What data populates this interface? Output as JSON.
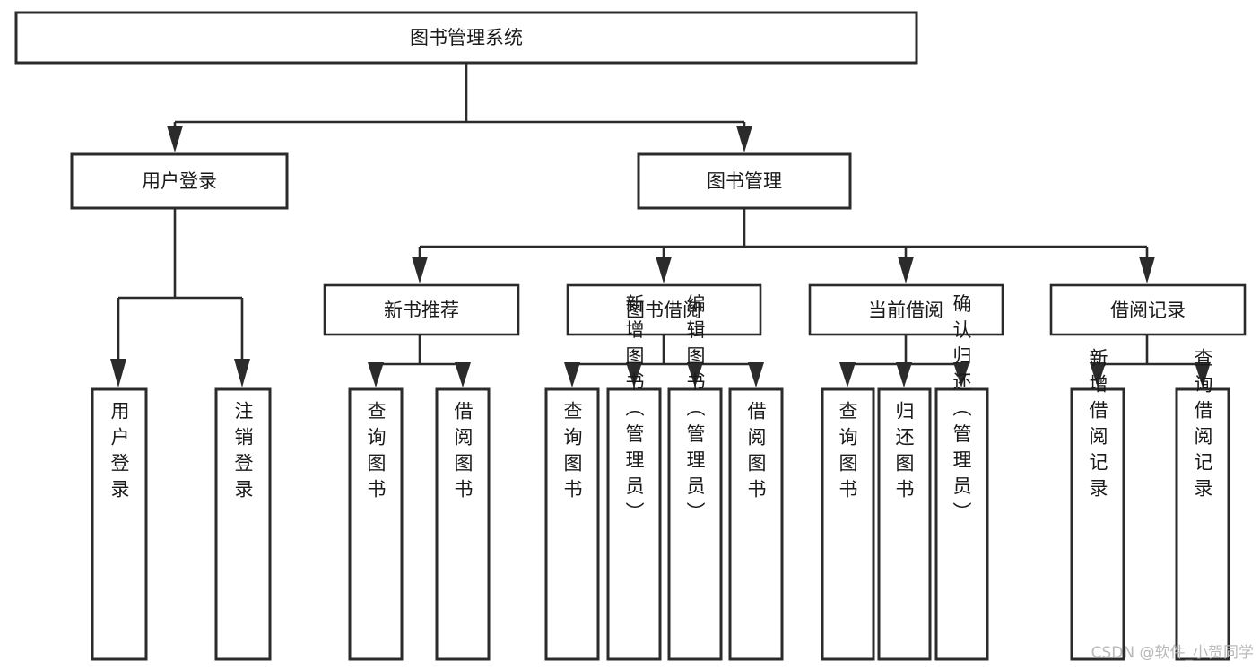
{
  "diagram": {
    "title": "图书管理系统",
    "type": "tree",
    "orientation": "top-down",
    "colors": {
      "box_fill": "#ffffff",
      "box_stroke": "#2b2b2b",
      "text": "#1a1a1a",
      "background": "#ffffff",
      "watermark": "#b9b9b9"
    },
    "root": {
      "id": "root",
      "label": "图书管理系统",
      "orientation": "horizontal"
    },
    "level1": [
      {
        "id": "user-login",
        "label": "用户登录",
        "orientation": "horizontal"
      },
      {
        "id": "book-manage",
        "label": "图书管理",
        "orientation": "horizontal"
      }
    ],
    "level2": [
      {
        "id": "new-book-recommend",
        "label": "新书推荐",
        "parent": "book-manage",
        "orientation": "horizontal"
      },
      {
        "id": "book-borrow",
        "label": "图书借阅",
        "parent": "book-manage",
        "orientation": "horizontal"
      },
      {
        "id": "current-borrow",
        "label": "当前借阅",
        "parent": "book-manage",
        "orientation": "horizontal"
      },
      {
        "id": "borrow-record",
        "label": "借阅记录",
        "parent": "book-manage",
        "orientation": "horizontal"
      }
    ],
    "leaves": [
      {
        "id": "leaf-user-login",
        "label": "用户登录",
        "parent": "user-login",
        "orientation": "vertical"
      },
      {
        "id": "leaf-user-logout",
        "label": "注销登录",
        "parent": "user-login",
        "orientation": "vertical"
      },
      {
        "id": "leaf-query-book-1",
        "label": "查询图书",
        "parent": "new-book-recommend",
        "orientation": "vertical"
      },
      {
        "id": "leaf-borrow-book-1",
        "label": "借阅图书",
        "parent": "new-book-recommend",
        "orientation": "vertical"
      },
      {
        "id": "leaf-query-book-2",
        "label": "查询图书",
        "parent": "book-borrow",
        "orientation": "vertical"
      },
      {
        "id": "leaf-add-book",
        "label": "新增图书（管理员）",
        "parent": "book-borrow",
        "orientation": "vertical"
      },
      {
        "id": "leaf-edit-book",
        "label": "编辑图书（管理员）",
        "parent": "book-borrow",
        "orientation": "vertical"
      },
      {
        "id": "leaf-borrow-book-2",
        "label": "借阅图书",
        "parent": "book-borrow",
        "orientation": "vertical"
      },
      {
        "id": "leaf-query-book-3",
        "label": "查询图书",
        "parent": "current-borrow",
        "orientation": "vertical"
      },
      {
        "id": "leaf-return-book",
        "label": "归还图书",
        "parent": "current-borrow",
        "orientation": "vertical"
      },
      {
        "id": "leaf-confirm-return",
        "label": "确认归还（管理员）",
        "parent": "current-borrow",
        "orientation": "vertical"
      },
      {
        "id": "leaf-add-record",
        "label": "新增借阅记录",
        "parent": "borrow-record",
        "orientation": "vertical"
      },
      {
        "id": "leaf-query-record",
        "label": "查询借阅记录",
        "parent": "borrow-record",
        "orientation": "vertical"
      }
    ],
    "watermark": "CSDN @软件_小贺同学"
  }
}
